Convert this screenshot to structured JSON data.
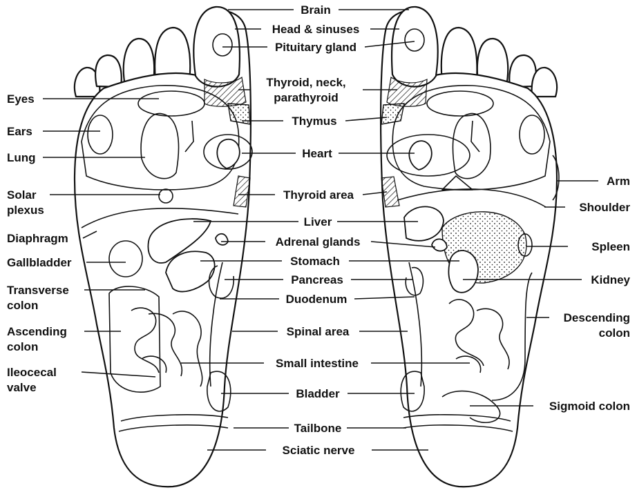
{
  "labels": {
    "brain": "Brain",
    "head_sinuses": "Head & sinuses",
    "pituitary": "Pituitary gland",
    "thyroid_neck_1": "Thyroid, neck,",
    "thyroid_neck_2": "parathyroid",
    "thymus": "Thymus",
    "heart": "Heart",
    "thyroid_area": "Thyroid area",
    "liver": "Liver",
    "adrenal": "Adrenal glands",
    "stomach": "Stomach",
    "pancreas": "Pancreas",
    "duodenum": "Duodenum",
    "spinal": "Spinal area",
    "small_intestine": "Small intestine",
    "bladder": "Bladder",
    "tailbone": "Tailbone",
    "sciatic": "Sciatic nerve",
    "eyes": "Eyes",
    "ears": "Ears",
    "lung": "Lung",
    "solar_1": "Solar",
    "solar_2": "plexus",
    "diaphragm": "Diaphragm",
    "gallbladder": "Gallbladder",
    "transverse_1": "Transverse",
    "transverse_2": "colon",
    "ascending_1": "Ascending",
    "ascending_2": "colon",
    "ileocecal_1": "Ileocecal",
    "ileocecal_2": "valve",
    "arm": "Arm",
    "shoulder": "Shoulder",
    "spleen": "Spleen",
    "kidney": "Kidney",
    "descending_1": "Descending",
    "descending_2": "colon",
    "sigmoid": "Sigmoid colon"
  }
}
